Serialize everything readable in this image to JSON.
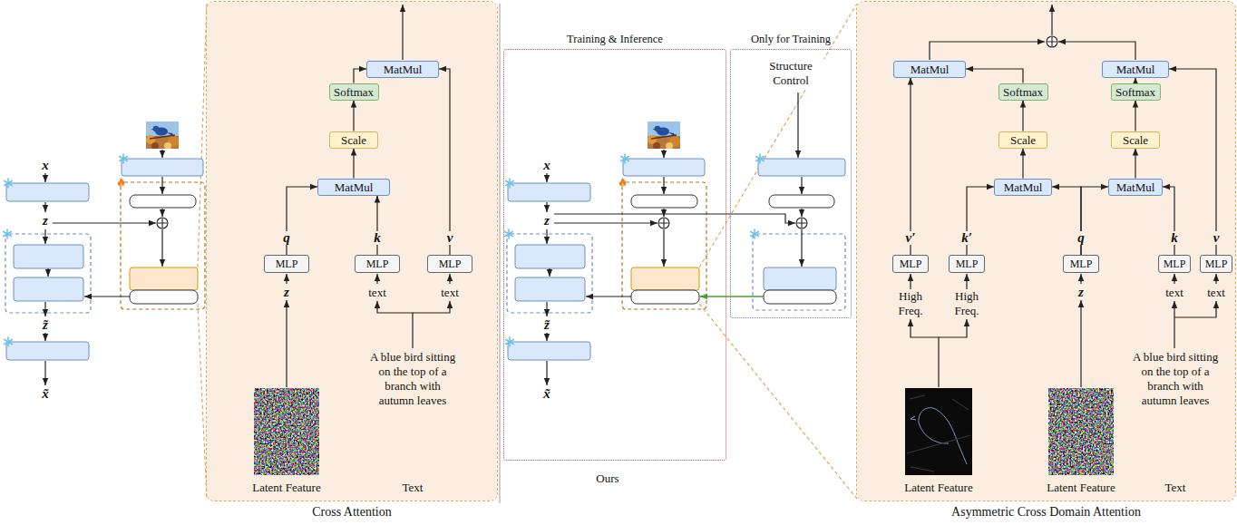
{
  "diagram": {
    "nodes": [
      {
        "text": [
          "Cross Attention"
        ]
      },
      {
        "text": [
          "MatMul"
        ],
        "in": 0
      },
      {
        "text": [
          "Softmax"
        ],
        "in": 0
      },
      {
        "text": [
          "Scale"
        ],
        "in": 0
      },
      {
        "text": [
          "MatMul"
        ],
        "in": 0
      },
      {
        "text": [
          "MLP"
        ],
        "in": 0
      },
      {
        "text": [
          "MLP"
        ],
        "in": 0
      },
      {
        "text": [
          "MLP"
        ],
        "in": 0
      },
      {
        "text": [
          "Training & Inference"
        ]
      },
      {
        "text": [
          "Only for Training",
          "Structure Control"
        ]
      },
      {
        "text": [
          "Asymmetric Cross Domain Attention"
        ]
      },
      {
        "text": [
          "MatMul"
        ],
        "in": 10
      },
      {
        "text": [
          "MatMul"
        ],
        "in": 10
      },
      {
        "text": [
          "Softmax"
        ],
        "in": 10
      },
      {
        "text": [
          "Softmax"
        ],
        "in": 10
      },
      {
        "text": [
          "Scale"
        ],
        "in": 10
      },
      {
        "text": [
          "Scale"
        ],
        "in": 10
      },
      {
        "text": [
          "MatMul"
        ],
        "in": 10
      },
      {
        "text": [
          "MatMul"
        ],
        "in": 10
      },
      {
        "text": [
          "MLP"
        ],
        "in": 10
      },
      {
        "text": [
          "MLP"
        ],
        "in": 10
      },
      {
        "text": [
          "MLP"
        ],
        "in": 10
      },
      {
        "text": [
          "MLP"
        ],
        "in": 10
      },
      {
        "text": [
          "MLP"
        ],
        "in": 10
      }
    ],
    "edges": [
      {
        "from": 5,
        "to": 4,
        "arrow": "to",
        "label": "q"
      },
      {
        "from": 6,
        "to": 4,
        "arrow": "to",
        "label": "k"
      },
      {
        "from": 7,
        "to": 1,
        "arrow": "to",
        "label": "v"
      },
      {
        "from": 4,
        "to": 3,
        "arrow": "to"
      },
      {
        "from": 3,
        "to": 2,
        "arrow": "to"
      },
      {
        "from": 2,
        "to": 1,
        "arrow": "to"
      },
      {
        "from": 19,
        "to": 11,
        "arrow": "to",
        "label": "v′"
      },
      {
        "from": 20,
        "to": 17,
        "arrow": "to",
        "label": "k′"
      },
      {
        "from": 21,
        "to": 17,
        "arrow": "to",
        "label": "q"
      },
      {
        "from": 21,
        "to": 18,
        "arrow": "to"
      },
      {
        "from": 22,
        "to": 18,
        "arrow": "to",
        "label": "k"
      },
      {
        "from": 23,
        "to": 12,
        "arrow": "to",
        "label": "v"
      },
      {
        "from": 17,
        "to": 15,
        "arrow": "to"
      },
      {
        "from": 15,
        "to": 13,
        "arrow": "to"
      },
      {
        "from": 13,
        "to": 11,
        "arrow": "to"
      },
      {
        "from": 18,
        "to": 16,
        "arrow": "to"
      },
      {
        "from": 16,
        "to": 14,
        "arrow": "to"
      },
      {
        "from": 14,
        "to": 12,
        "arrow": "to"
      }
    ],
    "labels": [
      "x",
      "z",
      "z̃",
      "x̃",
      "z",
      "text",
      "text",
      "A blue bird sitting on the top of a branch with autumn leaves",
      "Latent Feature",
      "Text",
      "x",
      "z",
      "z̃",
      "x̃",
      "Ours",
      "High Freq.",
      "High Freq.",
      "z",
      "text",
      "text",
      "Latent Feature",
      "Latent Feature",
      "A blue bird sitting on the top of a branch with autumn leaves",
      "Text"
    ]
  }
}
